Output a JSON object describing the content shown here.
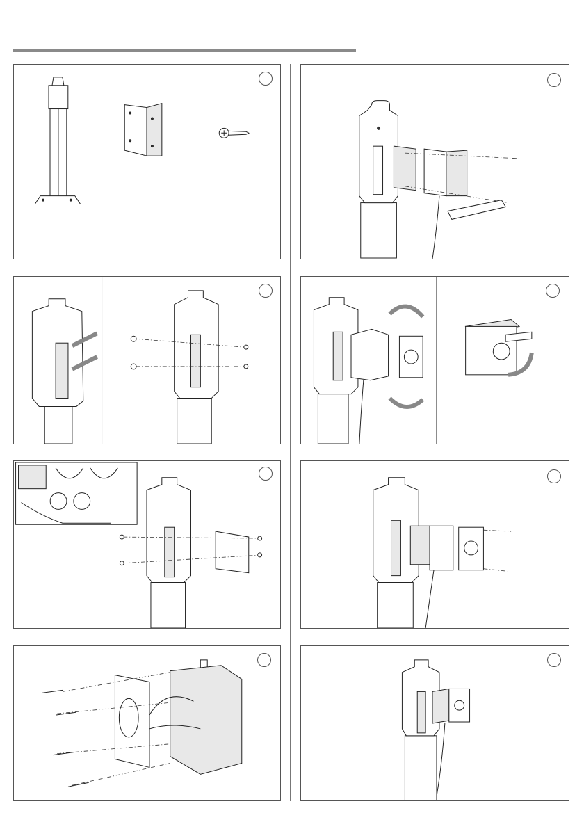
{
  "page": {
    "footer_text": "",
    "colors": {
      "line": "#222222",
      "frame": "#555555",
      "arrow_gray": "#8a8a8a",
      "accent_bar": "#8a8a8a"
    }
  },
  "panels": [
    {
      "id": "p1",
      "step_label": "",
      "depicts": [
        "pedestal-post",
        "mounting-bracket",
        "screw"
      ]
    },
    {
      "id": "p2",
      "step_label": "",
      "depicts": [
        "backplate-on-post",
        "junction-box",
        "screws"
      ]
    },
    {
      "id": "p3",
      "step_label": "",
      "depicts": [
        "backplate-rail-detail",
        "bolts-and-nuts"
      ]
    },
    {
      "id": "p4",
      "step_label": "",
      "depicts": [
        "rotate-cover",
        "open-flap"
      ]
    },
    {
      "id": "p5",
      "step_label": "",
      "depicts": [
        "wiring-detail-inset",
        "cover-plate-screws"
      ]
    },
    {
      "id": "p6",
      "step_label": "",
      "depicts": [
        "box-cover-assembly"
      ]
    },
    {
      "id": "p7",
      "step_label": "",
      "depicts": [
        "socket-front-plate",
        "long-screws"
      ]
    },
    {
      "id": "p8",
      "step_label": "",
      "depicts": [
        "finished-assembly"
      ]
    }
  ]
}
